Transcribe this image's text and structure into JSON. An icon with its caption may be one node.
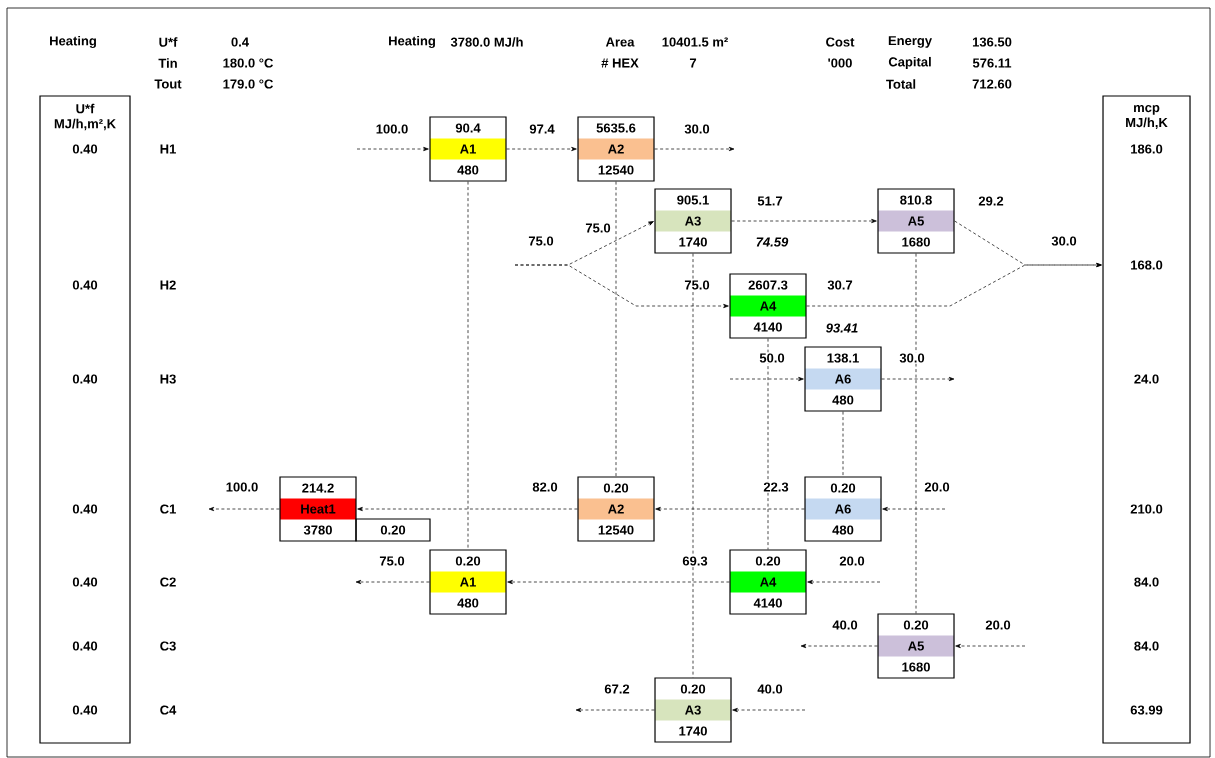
{
  "diagram": {
    "nodes": [
      {
        "text": [
          "U*f MJ/h,m²,K",
          "0.40",
          "0.40",
          "0.40",
          "0.40",
          "0.40",
          "0.40",
          "0.40"
        ]
      },
      {
        "text": [
          "mcp MJ/h,K",
          "186.0",
          "168.0",
          "24.0",
          "210.0",
          "84.0",
          "84.0",
          "63.99"
        ]
      },
      {
        "text": [
          "90.4",
          "A1",
          "480"
        ]
      },
      {
        "text": [
          "5635.6",
          "A2",
          "12540"
        ]
      },
      {
        "text": [
          "905.1",
          "A3",
          "1740"
        ]
      },
      {
        "text": [
          "810.8",
          "A5",
          "1680"
        ]
      },
      {
        "text": [
          "2607.3",
          "A4",
          "4140"
        ]
      },
      {
        "text": [
          "138.1",
          "A6",
          "480"
        ]
      },
      {
        "text": [
          "214.2",
          "Heat1",
          "3780"
        ]
      },
      {
        "text": [
          "0.20"
        ]
      },
      {
        "text": [
          "0.20",
          "A2",
          "12540"
        ]
      },
      {
        "text": [
          "0.20",
          "A6",
          "480"
        ]
      },
      {
        "text": [
          "0.20",
          "A1",
          "480"
        ]
      },
      {
        "text": [
          "0.20",
          "A4",
          "4140"
        ]
      },
      {
        "text": [
          "0.20",
          "A5",
          "1680"
        ]
      },
      {
        "text": [
          "0.20",
          "A3",
          "1740"
        ]
      }
    ],
    "edges": [
      {
        "from": null,
        "to": 2,
        "arrow": "to",
        "label": "100.0",
        "style": "dashed"
      },
      {
        "from": 2,
        "to": 3,
        "arrow": "to",
        "label": "97.4",
        "style": "dashed"
      },
      {
        "from": 3,
        "to": null,
        "arrow": "to",
        "label": "30.0",
        "style": "dashed"
      },
      {
        "from": null,
        "to": 4,
        "arrow": "to",
        "label": "75.0",
        "style": "dashed"
      },
      {
        "from": null,
        "to": 6,
        "arrow": "to",
        "label": "75.0",
        "style": "dashed"
      },
      {
        "from": 4,
        "to": 5,
        "arrow": "to",
        "label": "51.7",
        "style": "dashed"
      },
      {
        "from": 5,
        "to": 1,
        "arrow": "to",
        "label": "29.2",
        "style": "dashed"
      },
      {
        "from": 6,
        "to": 1,
        "arrow": "to",
        "label": "30.7",
        "style": "dashed"
      },
      {
        "from": null,
        "to": 7,
        "arrow": "to",
        "label": "50.0",
        "style": "dashed"
      },
      {
        "from": 7,
        "to": null,
        "arrow": "to",
        "label": "30.0",
        "style": "dashed"
      },
      {
        "from": null,
        "to": 11,
        "arrow": "to",
        "label": "20.0",
        "style": "dashed"
      },
      {
        "from": 11,
        "to": 10,
        "arrow": "to",
        "label": "22.3",
        "style": "dashed"
      },
      {
        "from": 10,
        "to": 8,
        "arrow": "to",
        "label": "82.0",
        "style": "dashed"
      },
      {
        "from": 8,
        "to": null,
        "arrow": "to",
        "label": "100.0",
        "style": "dashed"
      },
      {
        "from": null,
        "to": 13,
        "arrow": "to",
        "label": "20.0",
        "style": "dashed"
      },
      {
        "from": 13,
        "to": 12,
        "arrow": "to",
        "label": "69.3",
        "style": "dashed"
      },
      {
        "from": 12,
        "to": null,
        "arrow": "to",
        "label": "75.0",
        "style": "dashed"
      },
      {
        "from": null,
        "to": 14,
        "arrow": "to",
        "label": "20.0",
        "style": "dashed"
      },
      {
        "from": 14,
        "to": null,
        "arrow": "to",
        "label": "40.0",
        "style": "dashed"
      },
      {
        "from": null,
        "to": 15,
        "arrow": "to",
        "label": "40.0",
        "style": "dashed"
      },
      {
        "from": 15,
        "to": null,
        "arrow": "to",
        "label": "67.2",
        "style": "dashed"
      },
      {
        "from": 2,
        "to": 12,
        "arrow": "none",
        "style": "dashed"
      },
      {
        "from": 3,
        "to": 10,
        "arrow": "none",
        "style": "dashed"
      },
      {
        "from": 4,
        "to": 15,
        "arrow": "none",
        "style": "dashed"
      },
      {
        "from": 6,
        "to": 13,
        "arrow": "none",
        "style": "dashed"
      },
      {
        "from": 5,
        "to": 14,
        "arrow": "none",
        "style": "dashed"
      },
      {
        "from": 7,
        "to": 11,
        "arrow": "none",
        "style": "dashed"
      }
    ],
    "labels": [
      "Heating",
      "U*f",
      "0.4",
      "Heating",
      "3780.0 MJ/h",
      "Area",
      "10401.5 m²",
      "Cost",
      "Energy",
      "136.50",
      "Tin",
      "180.0 °C",
      "# HEX",
      "7",
      "'000",
      "Capital",
      "576.11",
      "Tout",
      "179.0 °C",
      "Total",
      "712.60",
      "H1",
      "75.0",
      "74.59",
      "30.0",
      "H2",
      "93.41",
      "H3",
      "C1",
      "C2",
      "C3",
      "C4"
    ]
  }
}
